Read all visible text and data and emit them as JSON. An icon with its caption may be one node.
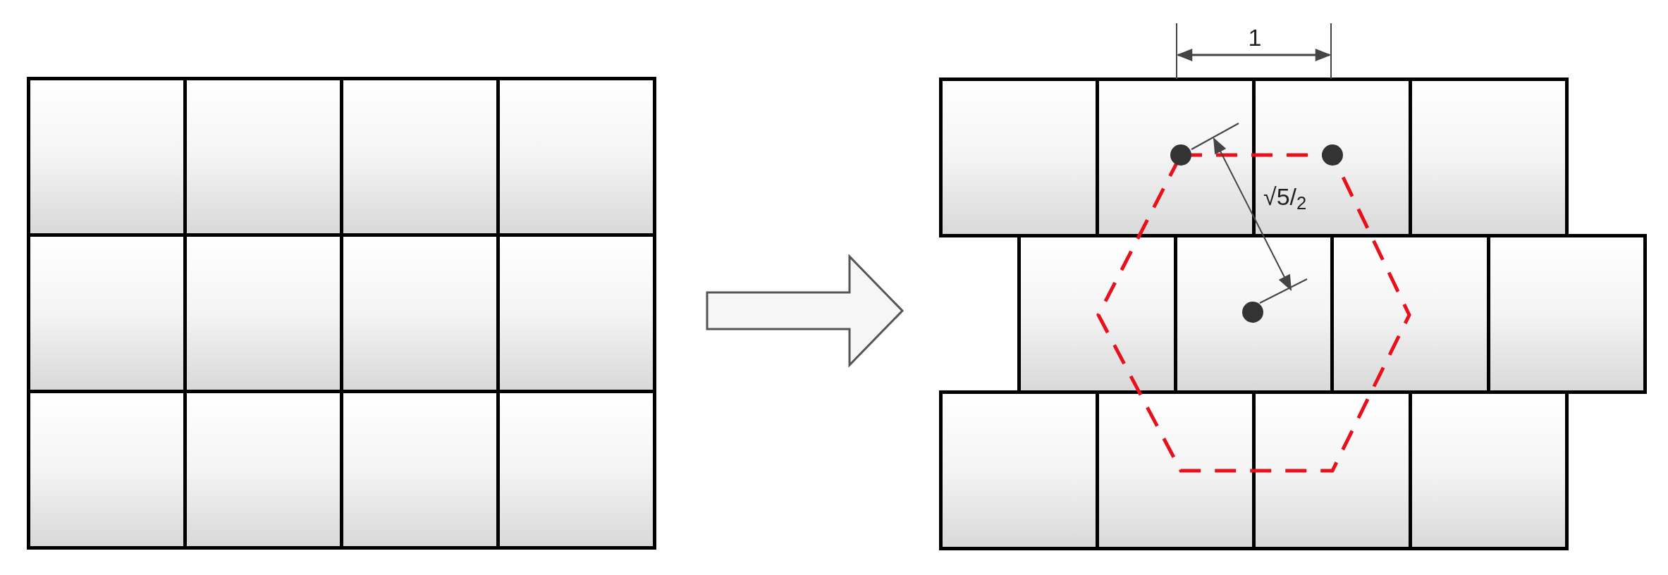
{
  "diagram": {
    "nodes": [
      {
        "text": [],
        "shape": "box"
      },
      {
        "text": [],
        "shape": "box"
      }
    ],
    "edges": [
      {
        "from": 0,
        "to": 1,
        "arrow": "to"
      }
    ],
    "labels": [
      "1",
      "√5/$_{2}$"
    ]
  }
}
